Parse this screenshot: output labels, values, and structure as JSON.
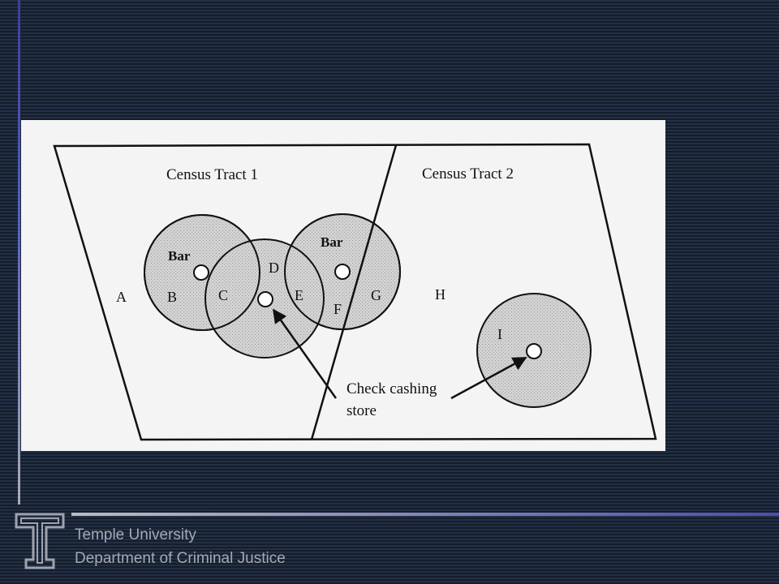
{
  "diagram": {
    "tract_labels": [
      "Census Tract 1",
      "Census Tract 2"
    ],
    "bar_labels": [
      "Bar",
      "Bar"
    ],
    "area_labels": [
      "A",
      "B",
      "C",
      "D",
      "E",
      "F",
      "G",
      "H",
      "I"
    ],
    "callout": {
      "line1": "Check cashing",
      "line2": "store"
    }
  },
  "footer": {
    "university": "Temple University",
    "department": "Department of Criminal Justice"
  },
  "colors": {
    "background": "#1c2838",
    "buffer_fill": "#d2d2d2",
    "figure_background": "#f4f4f4",
    "footer_text": "#a3a9b6"
  }
}
